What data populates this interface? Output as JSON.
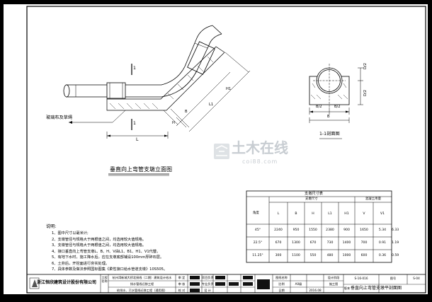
{
  "labels": {
    "section_mark": "1",
    "section_mark_2": "1",
    "dim_L": "L",
    "dim_B": "B",
    "dim_H": "H",
    "dim_L1": "L1",
    "dim_H1": "H1",
    "dim_B2_left": "B/2",
    "dim_B2_right": "B/2",
    "dim_D2_top": "D/2",
    "dim_D2_bottom": "D/2",
    "wrap_note": "玻璃布及草绳"
  },
  "figures": {
    "elevation_title": "垂直向上弯管支墩立面图",
    "section_title": "1-1剖面图"
  },
  "table": {
    "title": "支墩尺寸表",
    "group_dims": "支墩尺寸",
    "group_concrete": "混凝土用量",
    "col_angle": "角度",
    "columns": [
      "L",
      "B",
      "H",
      "L1",
      "H1",
      "V",
      "V1"
    ],
    "rows": [
      {
        "angle": "45°",
        "values": [
          "2240",
          "950",
          "1550",
          "2380",
          "900",
          "1650",
          "5.34",
          "6.33"
        ]
      },
      {
        "angle": "22.5°",
        "values": [
          "670",
          "1300",
          "670",
          "730",
          "1400",
          "700",
          "0.91",
          "1.19"
        ]
      },
      {
        "angle": "11.25°",
        "values": [
          "300",
          "1100",
          "550",
          "480",
          "1000",
          "600",
          "0.36",
          "0.59"
        ]
      }
    ]
  },
  "notes": {
    "heading": "说明:",
    "items": [
      "1、图中尺寸以毫米计;",
      "2、支墩管径与规格大于两根值之间，均选用较大值规格。",
      "3、支墩管径与规格大于两根值之间，均选用较大值规格。",
      "4、接口垂直向上弯管支墩L、B、H、V由L1、B1、H1、V1代替。",
      "5、有地下水时，施工降水后，应在支墩底部铺设100mm厚碎石层。",
      "6、土夯后，开挖面进行夯实处理。",
      "7、具体参数及做法参照国标图集《柔性接口给水管道支墩》10S505。"
    ]
  },
  "title_block": {
    "company": "浙江恒欣建筑设计股份有限公司",
    "project_label": "工程名称",
    "project_line1": "杭州湾新城大桥北接线（二期）建筑设计给水",
    "project_line2": "排水管线迁移工程",
    "subtitle_line": "给排水、污水管线迁移工程（通用图）",
    "role_approve": "审  定",
    "role_review": "审  核",
    "role_check": "校  对",
    "name_approve": "项目负责",
    "name_review": "专业负责",
    "name_check": "设  计",
    "label_drawing": "图纸名称",
    "label_scale": "比例",
    "label_date": "日期",
    "label_stage": "设计阶段",
    "scale": "A0级",
    "date": "2016.08",
    "stage": "施工图",
    "label_drawno": "图号",
    "drawing_no": "S-16-016",
    "label_version": "版本",
    "version": "S-04",
    "drawing_title": "垂直向上弯管支墩平剖面图"
  },
  "watermark": {
    "cn": "土木在线",
    "en": "coi88.com"
  }
}
